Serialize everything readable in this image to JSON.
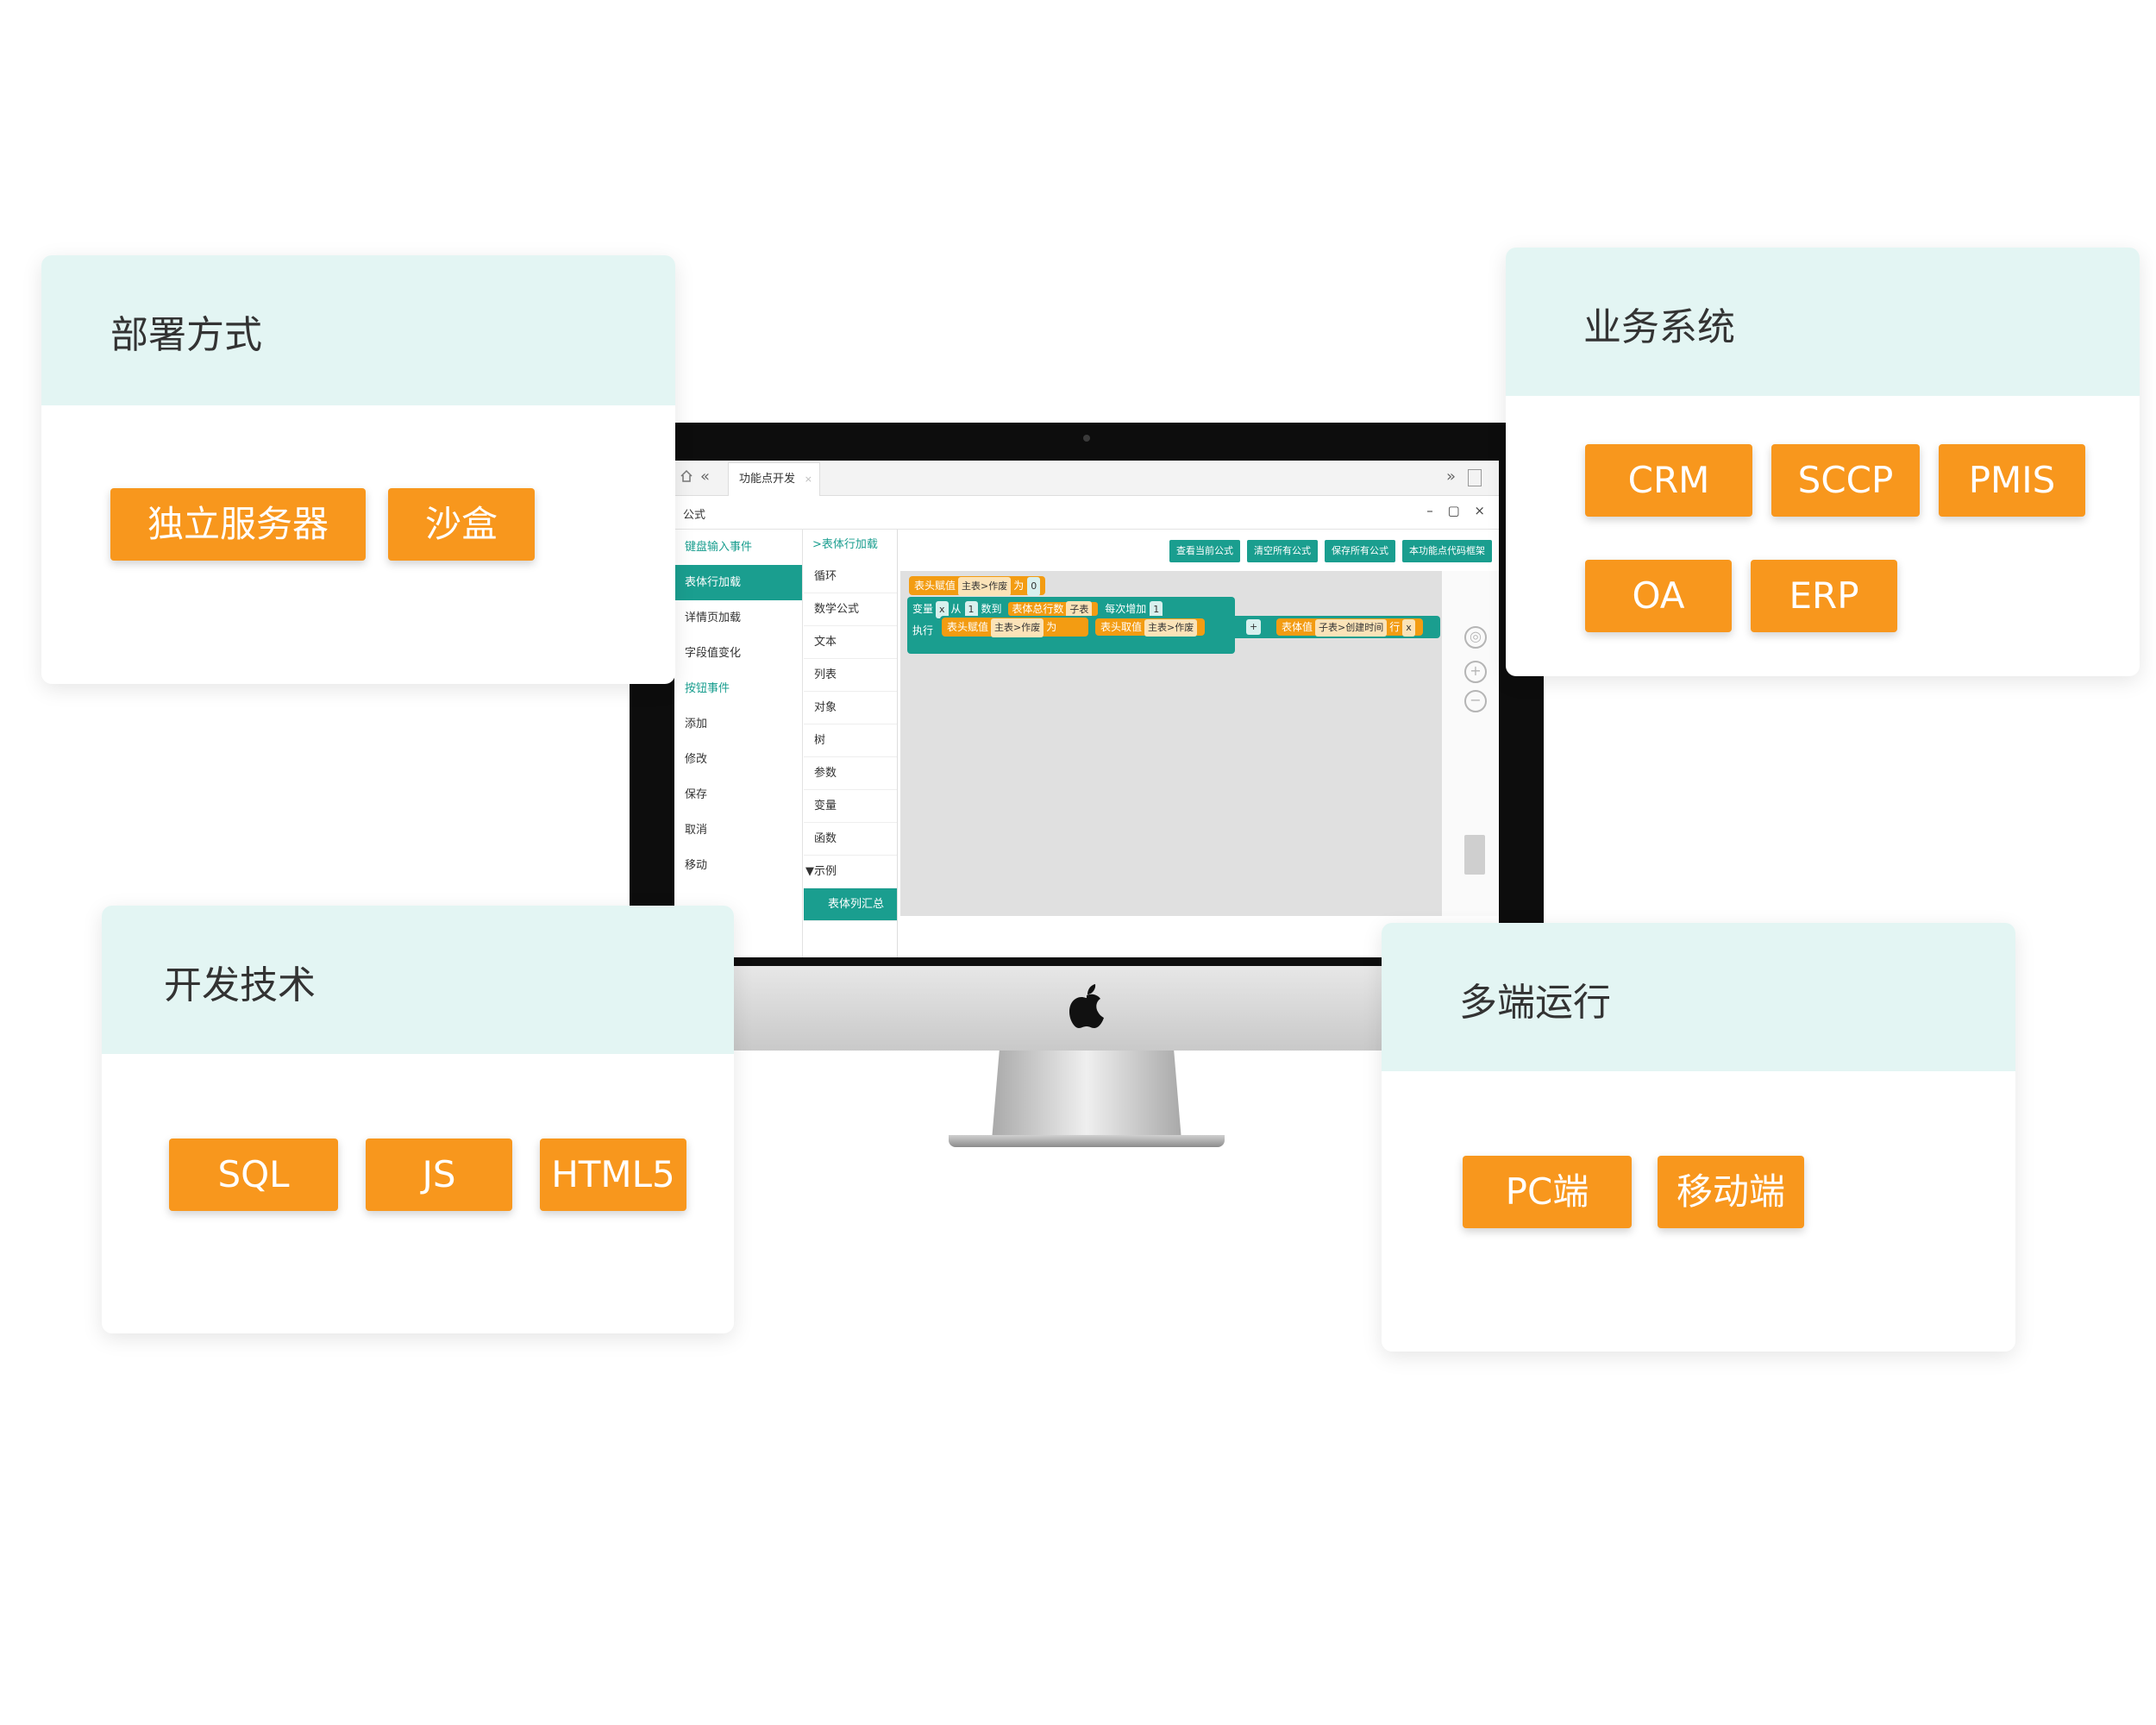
{
  "cards": {
    "deploy": {
      "title": "部署方式",
      "tags": [
        "独立服务器",
        "沙盒"
      ]
    },
    "business": {
      "title": "业务系统",
      "tags": [
        "CRM",
        "SCCP",
        "PMIS",
        "OA",
        "ERP"
      ]
    },
    "tech": {
      "title": "开发技术",
      "tags": [
        "SQL",
        "JS",
        "HTML5"
      ]
    },
    "multi": {
      "title": "多端运行",
      "tags": [
        "PC端",
        "移动端"
      ]
    }
  },
  "screen": {
    "tab_label": "功能点开发",
    "panel_title": "公式",
    "left_nav": [
      "键盘输入事件",
      "表体行加载",
      "详情页加载",
      "字段值变化",
      "按钮事件",
      "添加",
      "修改",
      "保存",
      "取消",
      "移动"
    ],
    "category_header": ">表体行加载",
    "categories": [
      "循环",
      "数学公式",
      "文本",
      "列表",
      "对象",
      "树",
      "参数",
      "变量",
      "函数",
      "▼示例",
      "表体列汇总"
    ],
    "toolbar": [
      "查看当前公式",
      "清空所有公式",
      "保存所有公式",
      "本功能点代码框架"
    ],
    "blocks": {
      "b1_label": "表头赋值",
      "b1_field": "主表>作废",
      "b1_as": "为",
      "b1_value": "0",
      "loop_var": "变量",
      "loop_x": "x",
      "loop_from": "从",
      "loop_from_val": "1",
      "loop_to": "数到",
      "loop_rows": "表体总行数",
      "loop_table": "子表",
      "loop_step": "每次增加",
      "loop_step_val": "1",
      "exec": "执行",
      "b2_label": "表头赋值",
      "b2_field": "主表>作废",
      "b2_as": "为",
      "b3_label": "表头取值",
      "b3_field": "主表>作废",
      "op": "+",
      "b4_label": "表体值",
      "b4_field": "子表>创建时间",
      "b4_row": "行",
      "b4_x": "x"
    }
  },
  "colors": {
    "accent": "#f8971d",
    "teal": "#1a9e8f",
    "card_head": "#e3f5f3"
  }
}
